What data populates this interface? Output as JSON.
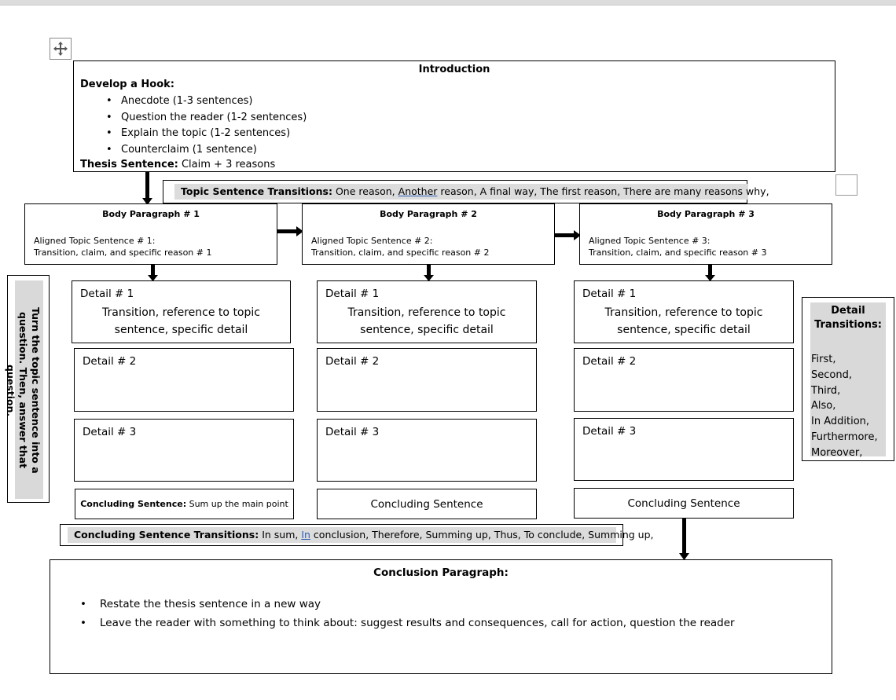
{
  "introduction": {
    "title": "Introduction",
    "hook_label": "Develop a Hook:",
    "hooks": [
      "Anecdote (1-3 sentences)",
      "Question the reader (1-2 sentences)",
      "Explain the topic (1-2 sentences)",
      "Counterclaim (1 sentence)"
    ],
    "thesis_label": "Thesis Sentence:",
    "thesis_text": " Claim + 3 reasons"
  },
  "topic_transitions": {
    "label": "Topic Sentence Transitions:",
    "before": " One reason, ",
    "underlined": "Another",
    "after": " reason, A final way, The first reason, There are many reasons why,"
  },
  "body_paragraphs": [
    {
      "title": "Body Paragraph # 1",
      "line1": "Aligned Topic Sentence # 1:",
      "line2": "Transition, claim, and specific reason # 1"
    },
    {
      "title": "Body Paragraph # 2",
      "line1": "Aligned Topic Sentence # 2:",
      "line2": "Transition, claim, and specific reason # 2"
    },
    {
      "title": "Body Paragraph # 3",
      "line1": "Aligned Topic Sentence # 3:",
      "line2": "Transition, claim, and specific reason # 3"
    }
  ],
  "details": {
    "detail1_label": "Detail # 1",
    "detail1_line1": "Transition, reference to topic",
    "detail1_line2": "sentence, specific detail",
    "detail2_label": "Detail # 2",
    "detail3_label": "Detail # 3"
  },
  "concluding": {
    "first_label": "Concluding Sentence:",
    "first_text": " Sum up the main point",
    "other": "Concluding Sentence"
  },
  "concluding_transitions": {
    "label": "Concluding Sentence Transitions:",
    "before": " In sum, ",
    "underlined": "In",
    "after": " conclusion, Therefore, Summing up, Thus, To conclude, Summing up,"
  },
  "side_note": "Turn the topic sentence into a question. Then, answer that question.",
  "detail_transitions": {
    "title": "Detail Transitions:",
    "items": [
      "First,",
      "Second,",
      "Third,",
      "Also,",
      "In Addition,",
      "Furthermore,",
      "Moreover,"
    ]
  },
  "conclusion_paragraph": {
    "title": "Conclusion Paragraph:",
    "bullets": [
      "Restate the thesis sentence in a new way",
      "Leave the reader with something to think about: suggest results and consequences, call for action, question the reader"
    ]
  },
  "icons": {
    "move_handle": "move-arrows-icon",
    "resize_handle": "square-handle-icon"
  }
}
